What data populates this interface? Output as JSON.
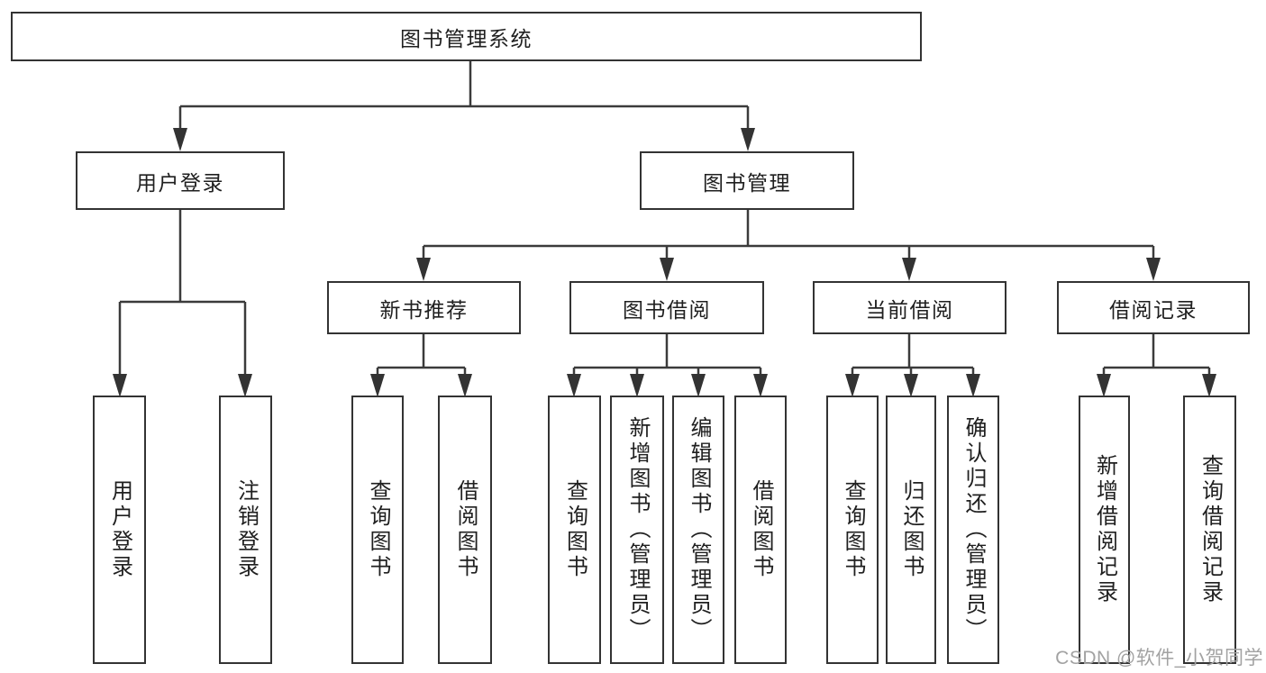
{
  "diagram": {
    "type": "hierarchy-tree",
    "root": {
      "label": "图书管理系统",
      "children": [
        {
          "label": "用户登录",
          "children": [
            {
              "label": "用户登录"
            },
            {
              "label": "注销登录"
            }
          ]
        },
        {
          "label": "图书管理",
          "children": [
            {
              "label": "新书推荐",
              "children": [
                {
                  "label": "查询图书"
                },
                {
                  "label": "借阅图书"
                }
              ]
            },
            {
              "label": "图书借阅",
              "children": [
                {
                  "label": "查询图书"
                },
                {
                  "label": "新增图书（管理员）"
                },
                {
                  "label": "编辑图书（管理员）"
                },
                {
                  "label": "借阅图书"
                }
              ]
            },
            {
              "label": "当前借阅",
              "children": [
                {
                  "label": "查询图书"
                },
                {
                  "label": "归还图书"
                },
                {
                  "label": "确认归还（管理员）"
                }
              ]
            },
            {
              "label": "借阅记录",
              "children": [
                {
                  "label": "新增借阅记录"
                },
                {
                  "label": "查询借阅记录"
                }
              ]
            }
          ]
        }
      ]
    }
  },
  "watermark": {
    "text": "CSDN @软件_小贺同学",
    "color": "#a2a2a2"
  },
  "colors": {
    "background": "#ffffff",
    "box_fill": "#ffffff",
    "box_border": "#333333",
    "line": "#3b3b3b",
    "arrowhead": "#333333",
    "text": "#1f1f1f"
  }
}
